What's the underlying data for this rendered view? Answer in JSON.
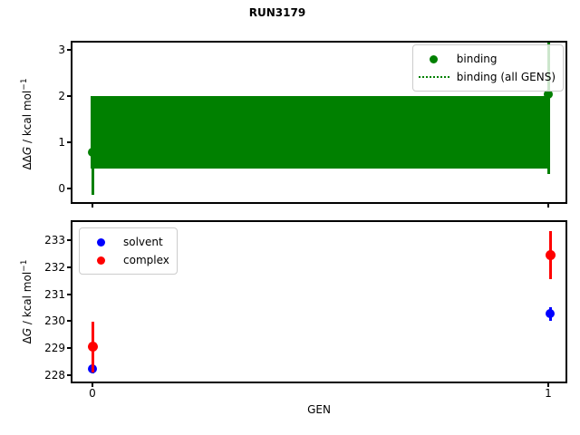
{
  "title": "RUN3179",
  "colors": {
    "binding": "#008000",
    "solvent": "#0000ff",
    "complex": "#ff0000",
    "spine": "#000000",
    "legend_border": "#cccccc"
  },
  "labels": {
    "xlabel": "GEN",
    "top_ylabel": {
      "prefix": "ΔΔ",
      "italic": "G",
      "rest": " / kcal mol",
      "sup": "−1"
    },
    "bottom_ylabel": {
      "prefix": "Δ",
      "italic": "G",
      "rest": " / kcal mol",
      "sup": "−1"
    }
  },
  "chart_data": [
    {
      "type": "scatter",
      "subplot": "top",
      "ylabel": "ΔΔG / kcal mol⁻¹",
      "xlabel": "",
      "x": [
        0,
        1
      ],
      "xlim": [
        -0.05,
        1.05
      ],
      "ylim": [
        -0.35,
        3.15
      ],
      "yticks": [
        0,
        1,
        2,
        3
      ],
      "xticks": [
        0,
        1
      ],
      "xtick_labels_shown": false,
      "grid": false,
      "legend_position": "upper right",
      "series": [
        {
          "name": "binding",
          "style": "errorbar-scatter",
          "marker": "circle",
          "color": "#008000",
          "values": [
            0.8,
            2.05
          ],
          "yerr": [
            0.92,
            1.75
          ]
        },
        {
          "name": "binding (all GENS)",
          "style": "dotted-line-with-band",
          "color": "#008000",
          "band_low": 0.45,
          "band_high": 2.0
        }
      ]
    },
    {
      "type": "scatter",
      "subplot": "bottom",
      "ylabel": "ΔG / kcal mol⁻¹",
      "xlabel": "GEN",
      "x": [
        0,
        1
      ],
      "xlim": [
        -0.05,
        1.05
      ],
      "ylim": [
        227.6,
        233.7
      ],
      "yticks": [
        228,
        229,
        230,
        231,
        232,
        233
      ],
      "xticks": [
        0,
        1
      ],
      "grid": false,
      "legend_position": "upper left",
      "series": [
        {
          "name": "solvent",
          "style": "errorbar-scatter",
          "marker": "circle",
          "color": "#0000ff",
          "values": [
            228.25,
            230.3
          ],
          "yerr": [
            0.2,
            0.25
          ]
        },
        {
          "name": "complex",
          "style": "errorbar-scatter",
          "marker": "circle",
          "color": "#ff0000",
          "values": [
            229.05,
            232.45
          ],
          "yerr": [
            0.95,
            0.9
          ]
        }
      ]
    }
  ]
}
